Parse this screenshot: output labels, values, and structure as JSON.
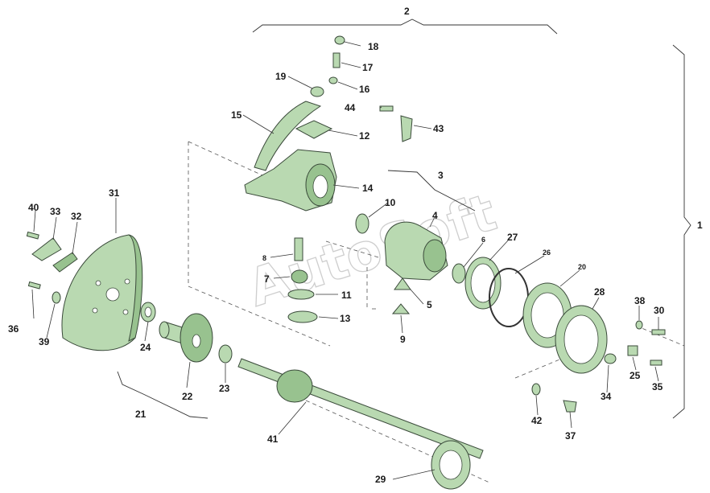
{
  "watermark": "AutoSoft",
  "group_labels": {
    "g1": "1",
    "g2": "2",
    "g3": "3",
    "g21": "21"
  },
  "parts": {
    "p4": "4",
    "p5": "5",
    "p6": "6",
    "p7": "7",
    "p8": "8",
    "p9": "9",
    "p10": "10",
    "p11": "11",
    "p12": "12",
    "p13": "13",
    "p14": "14",
    "p15": "15",
    "p16": "16",
    "p17": "17",
    "p18": "18",
    "p19": "19",
    "p20": "20",
    "p22": "22",
    "p23": "23",
    "p24": "24",
    "p25": "25",
    "p26": "26",
    "p27": "27",
    "p28": "28",
    "p29": "29",
    "p30": "30",
    "p31": "31",
    "p32": "32",
    "p33": "33",
    "p34": "34",
    "p35": "35",
    "p36": "36",
    "p37": "37",
    "p38": "38",
    "p39": "39",
    "p40": "40",
    "p41": "41",
    "p42": "42",
    "p43": "43",
    "p44": "44"
  },
  "colors": {
    "part_fill": "#b9d9b1",
    "part_dark": "#98c28f",
    "outline": "#3a4a3a"
  }
}
